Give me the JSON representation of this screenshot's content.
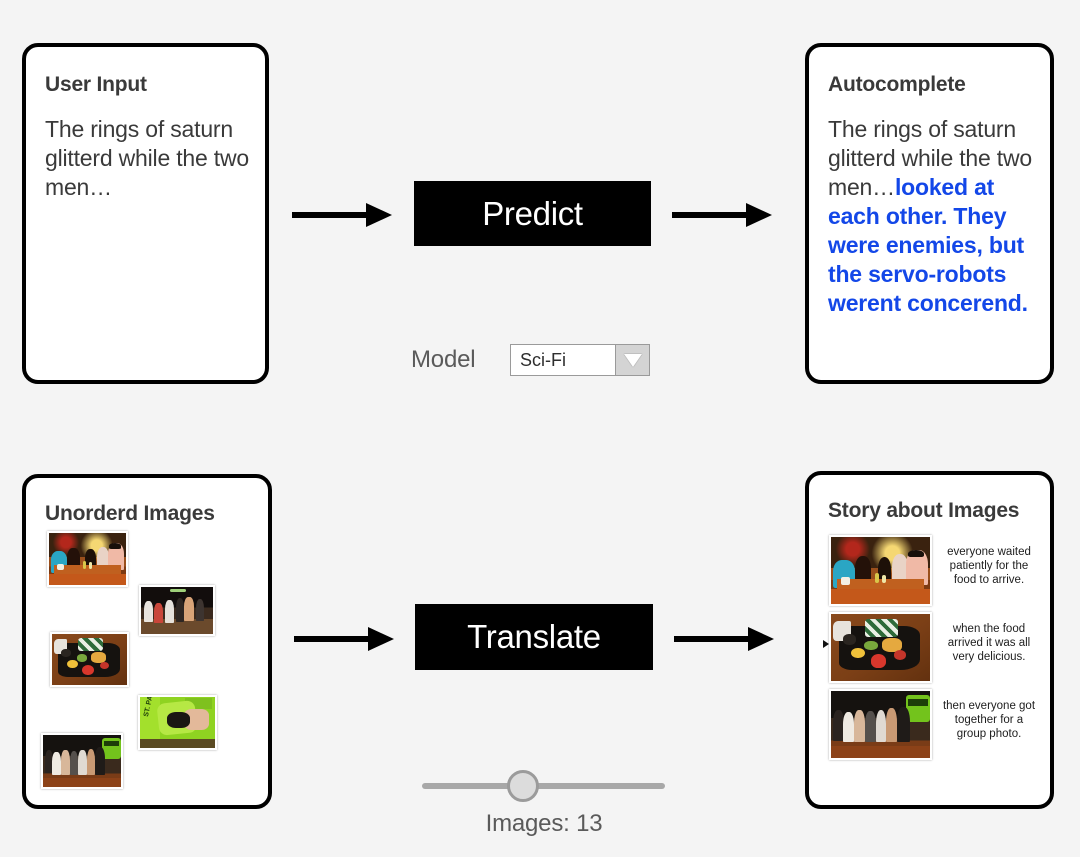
{
  "background_color": "#f4f4f4",
  "accent_color": "#1347e8",
  "top_flow": {
    "input_card": {
      "title": "User Input",
      "body": "The rings of saturn glitterd while the two men…"
    },
    "action_button": {
      "label": "Predict"
    },
    "model_control": {
      "label": "Model",
      "selected": "Sci-Fi",
      "caret_icon": "chevron-down-icon"
    },
    "output_card": {
      "title": "Autocomplete",
      "prompt": "The rings of saturn glitterd while the two men…",
      "completion": "looked at each other. They were enemies, but the servo-robots werent concerend."
    },
    "arrow_in_icon": "arrow-right-icon",
    "arrow_out_icon": "arrow-right-icon"
  },
  "bottom_flow": {
    "input_card": {
      "title": "Unorderd Images",
      "photos": [
        {
          "name": "photo-restaurant-table",
          "style": "ph-restaurant"
        },
        {
          "name": "photo-dance-crowd",
          "style": "ph-crowd"
        },
        {
          "name": "photo-food-platter",
          "style": "ph-food"
        },
        {
          "name": "photo-st-patty-merch",
          "style": "ph-stpatty"
        },
        {
          "name": "photo-group-shot",
          "style": "ph-group"
        }
      ]
    },
    "action_button": {
      "label": "Translate"
    },
    "images_slider": {
      "value_label": "Images: 13",
      "value": 13,
      "knob_position_percent": 41
    },
    "output_card": {
      "title": "Story about Images",
      "rows": [
        {
          "photo_name": "photo-restaurant-table",
          "caption": "everyone waited patiently for the food to arrive."
        },
        {
          "photo_name": "photo-food-platter",
          "caption": "when the food arrived it was all very delicious."
        },
        {
          "photo_name": "photo-group-shot",
          "caption": "then everyone got together for a group photo."
        }
      ]
    },
    "arrow_in_icon": "arrow-right-icon",
    "arrow_out_icon": "arrow-right-icon"
  },
  "st_patty_text": "ST. PATTY"
}
